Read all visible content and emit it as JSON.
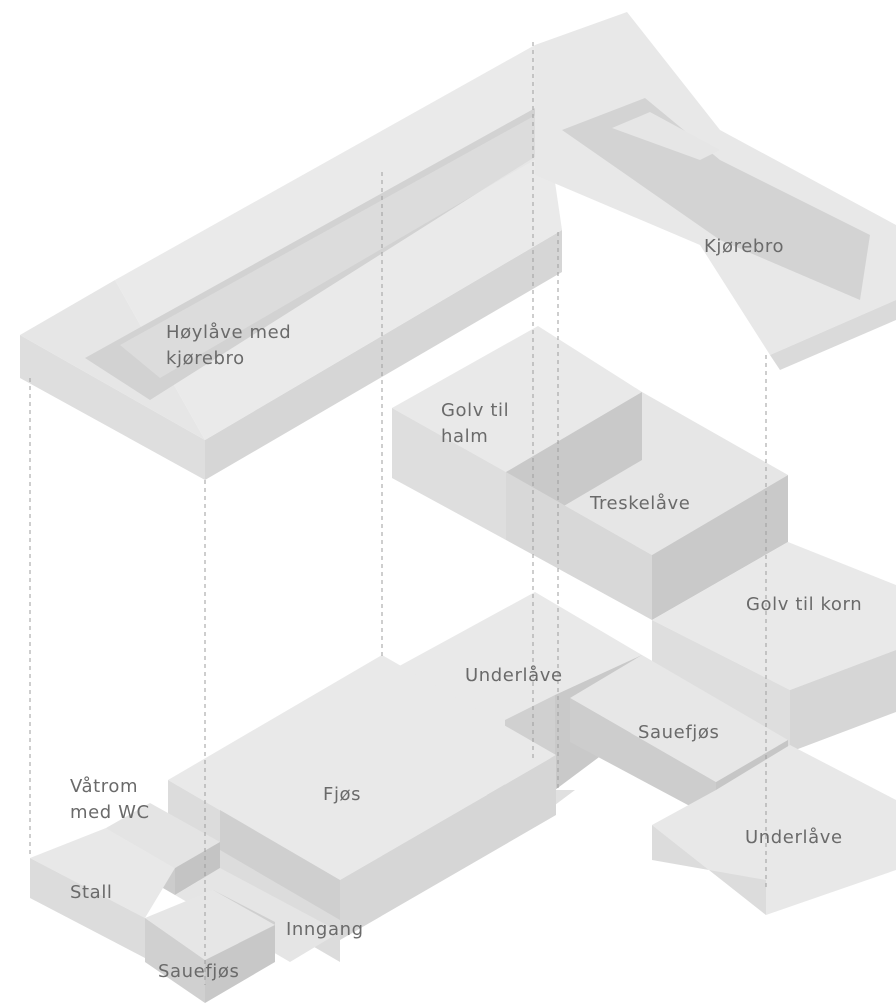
{
  "diagram": {
    "components": {
      "hoylave": {
        "label_line1": "Høylåve med",
        "label_line2": "kjørebro"
      },
      "kjorebro": {
        "label": "Kjørebro"
      },
      "golv_halm": {
        "label_line1": "Golv til",
        "label_line2": "halm"
      },
      "treskelave": {
        "label": "Treskelåve"
      },
      "golv_korn": {
        "label": "Golv til korn"
      },
      "underlave_main": {
        "label": "Underlåve"
      },
      "sauefjos_mid": {
        "label": "Sauefjøs"
      },
      "underlave_right": {
        "label": "Underlåve"
      },
      "fjos": {
        "label": "Fjøs"
      },
      "vatrom": {
        "label_line1": "Våtrom",
        "label_line2": "med WC"
      },
      "stall": {
        "label": "Stall"
      },
      "inngang": {
        "label": "Inngang"
      },
      "sauefjos_bottom": {
        "label": "Sauefjøs"
      }
    },
    "colors": {
      "top": "#e9e9e9",
      "side_light": "#dedede",
      "side_dark": "#c9c9c9",
      "shadow": "#c4c4c4",
      "text": "#6a6a6a",
      "guide": "#9d9d9d"
    }
  }
}
